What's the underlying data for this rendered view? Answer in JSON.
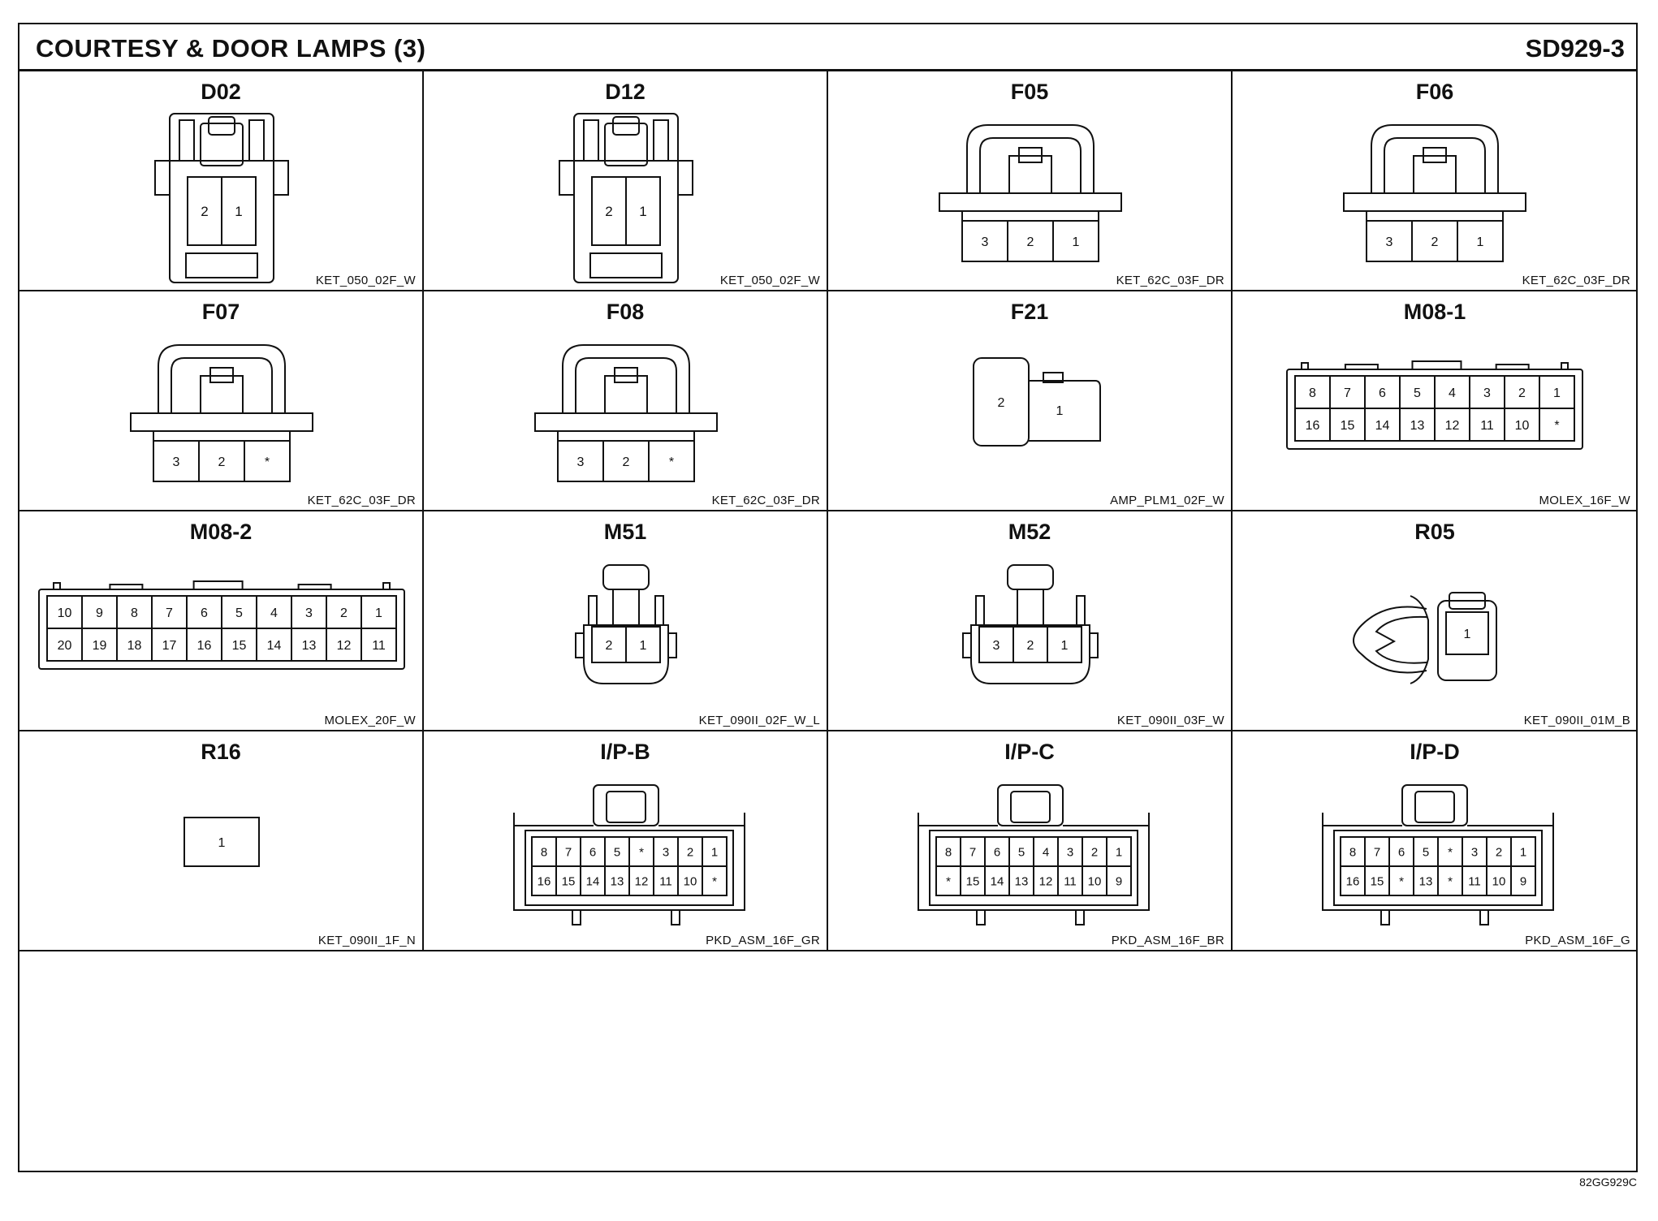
{
  "header": {
    "title": "COURTESY & DOOR LAMPS (3)",
    "code": "SD929-3"
  },
  "footer": {
    "code": "82GG929C"
  },
  "connectors": [
    {
      "name": "D02",
      "type": "KET_050_02F_W",
      "style": "ket2",
      "rows": [
        [
          "2",
          "1"
        ]
      ]
    },
    {
      "name": "D12",
      "type": "KET_050_02F_W",
      "style": "ket2",
      "rows": [
        [
          "2",
          "1"
        ]
      ]
    },
    {
      "name": "F05",
      "type": "KET_62C_03F_DR",
      "style": "ket3",
      "rows": [
        [
          "3",
          "2",
          "1"
        ]
      ]
    },
    {
      "name": "F06",
      "type": "KET_62C_03F_DR",
      "style": "ket3",
      "rows": [
        [
          "3",
          "2",
          "1"
        ]
      ]
    },
    {
      "name": "F07",
      "type": "KET_62C_03F_DR",
      "style": "ket3",
      "rows": [
        [
          "3",
          "2",
          "*"
        ]
      ]
    },
    {
      "name": "F08",
      "type": "KET_62C_03F_DR",
      "style": "ket3",
      "rows": [
        [
          "3",
          "2",
          "*"
        ]
      ]
    },
    {
      "name": "F21",
      "type": "AMP_PLM1_02F_W",
      "style": "amp",
      "rows": [
        [
          "2",
          "1"
        ]
      ]
    },
    {
      "name": "M08-1",
      "type": "MOLEX_16F_W",
      "style": "molex",
      "rows": [
        [
          "8",
          "7",
          "6",
          "5",
          "4",
          "3",
          "2",
          "1"
        ],
        [
          "16",
          "15",
          "14",
          "13",
          "12",
          "11",
          "10",
          "*"
        ]
      ]
    },
    {
      "name": "M08-2",
      "type": "MOLEX_20F_W",
      "style": "molex",
      "rows": [
        [
          "10",
          "9",
          "8",
          "7",
          "6",
          "5",
          "4",
          "3",
          "2",
          "1"
        ],
        [
          "20",
          "19",
          "18",
          "17",
          "16",
          "15",
          "14",
          "13",
          "12",
          "11"
        ]
      ]
    },
    {
      "name": "M51",
      "type": "KET_090II_02F_W_L",
      "style": "ket090",
      "rows": [
        [
          "2",
          "1"
        ]
      ]
    },
    {
      "name": "M52",
      "type": "KET_090II_03F_W",
      "style": "ket090",
      "rows": [
        [
          "3",
          "2",
          "1"
        ]
      ]
    },
    {
      "name": "R05",
      "type": "KET_090II_01M_B",
      "style": "clip",
      "rows": [
        [
          "1"
        ]
      ]
    },
    {
      "name": "R16",
      "type": "KET_090II_1F_N",
      "style": "single",
      "rows": [
        [
          "1"
        ]
      ]
    },
    {
      "name": "I/P-B",
      "type": "PKD_ASM_16F_GR",
      "style": "pkd",
      "rows": [
        [
          "8",
          "7",
          "6",
          "5",
          "*",
          "3",
          "2",
          "1"
        ],
        [
          "16",
          "15",
          "14",
          "13",
          "12",
          "11",
          "10",
          "*"
        ]
      ]
    },
    {
      "name": "I/P-C",
      "type": "PKD_ASM_16F_BR",
      "style": "pkd",
      "rows": [
        [
          "8",
          "7",
          "6",
          "5",
          "4",
          "3",
          "2",
          "1"
        ],
        [
          "*",
          "15",
          "14",
          "13",
          "12",
          "11",
          "10",
          "9"
        ]
      ]
    },
    {
      "name": "I/P-D",
      "type": "PKD_ASM_16F_G",
      "style": "pkd",
      "rows": [
        [
          "8",
          "7",
          "6",
          "5",
          "*",
          "3",
          "2",
          "1"
        ],
        [
          "16",
          "15",
          "*",
          "13",
          "*",
          "11",
          "10",
          "9"
        ]
      ]
    }
  ]
}
